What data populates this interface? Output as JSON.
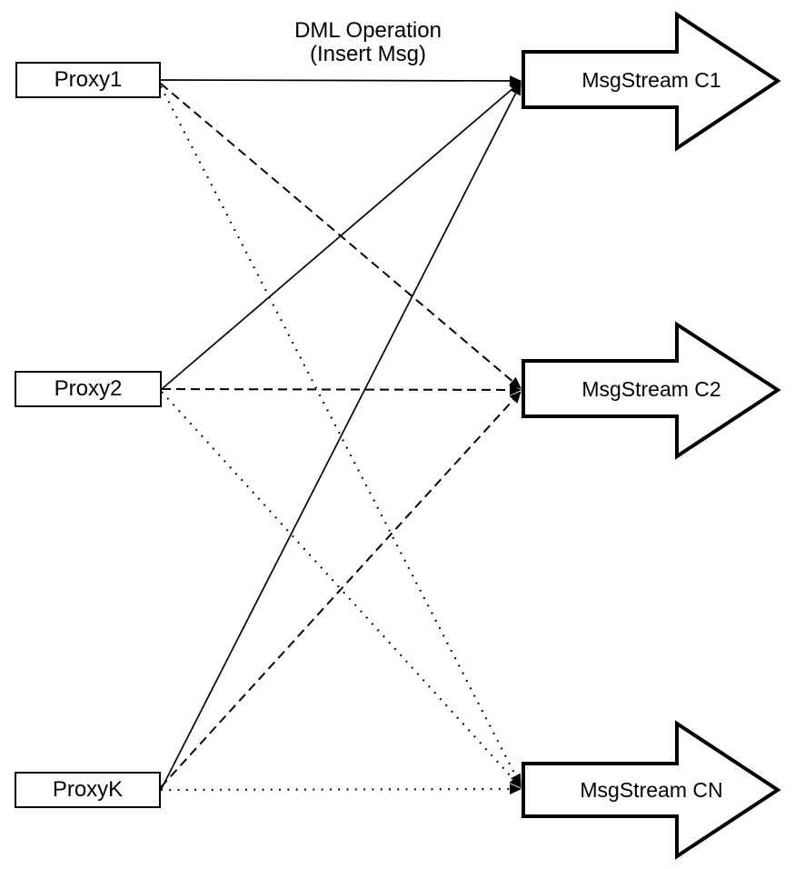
{
  "diagram": {
    "top_label": {
      "line1": "DML Operation",
      "line2": "(Insert Msg)"
    },
    "proxies": [
      {
        "label": "Proxy1"
      },
      {
        "label": "Proxy2"
      },
      {
        "label": "ProxyK"
      }
    ],
    "streams": [
      {
        "label": "MsgStream C1"
      },
      {
        "label": "MsgStream C2"
      },
      {
        "label": "MsgStream CN"
      }
    ],
    "edges": [
      {
        "from": "Proxy1",
        "to": "MsgStream C1",
        "line_style": "solid"
      },
      {
        "from": "Proxy1",
        "to": "MsgStream C2",
        "line_style": "dashed"
      },
      {
        "from": "Proxy1",
        "to": "MsgStream CN",
        "line_style": "dotted"
      },
      {
        "from": "Proxy2",
        "to": "MsgStream C1",
        "line_style": "solid"
      },
      {
        "from": "Proxy2",
        "to": "MsgStream C2",
        "line_style": "dashed"
      },
      {
        "from": "Proxy2",
        "to": "MsgStream CN",
        "line_style": "dotted"
      },
      {
        "from": "ProxyK",
        "to": "MsgStream C1",
        "line_style": "solid"
      },
      {
        "from": "ProxyK",
        "to": "MsgStream C2",
        "line_style": "dashed"
      },
      {
        "from": "ProxyK",
        "to": "MsgStream CN",
        "line_style": "dotted"
      }
    ],
    "colors": {
      "stroke": "#000000",
      "shape_fill": "#ffffff",
      "background": "#ffffff"
    }
  }
}
